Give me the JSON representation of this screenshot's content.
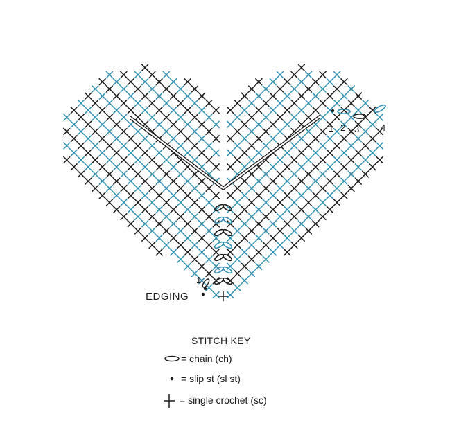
{
  "diagram": {
    "edging_label": "EDGING",
    "row_numbers": [
      "1",
      "2",
      "3",
      "4"
    ],
    "edging_row_number": "1"
  },
  "stitch_key": {
    "title": "STITCH KEY",
    "entries": [
      {
        "symbol": "chain-symbol",
        "text": "= chain (ch)"
      },
      {
        "symbol": "slip-stitch-dot",
        "text": "= slip st (sl st)"
      },
      {
        "symbol": "single-crochet-cross",
        "text": "= single crochet (sc)"
      }
    ]
  },
  "colors": {
    "ink": "#1a1a1a",
    "accent_blue": "#2e8fb0"
  }
}
